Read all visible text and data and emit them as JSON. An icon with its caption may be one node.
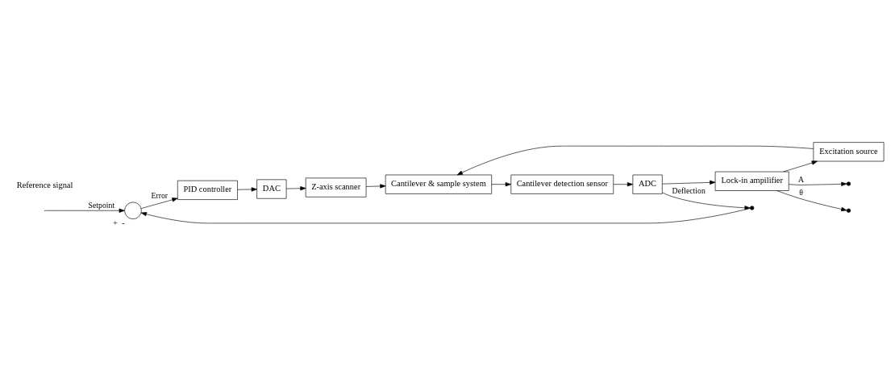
{
  "diagram": {
    "nodes": [
      {
        "text": [],
        "shape": "circle",
        "beside": [
          "+",
          "-"
        ]
      },
      {
        "text": [
          "PID controller"
        ]
      },
      {
        "text": [
          "DAC"
        ]
      },
      {
        "text": [
          "Z-axis scanner"
        ]
      },
      {
        "text": [
          "Cantilever & sample system"
        ]
      },
      {
        "text": [
          "Cantilever detection sensor"
        ]
      },
      {
        "text": [
          "ADC"
        ]
      },
      {
        "text": [
          "Lock-in ampilifier"
        ]
      },
      {
        "text": [
          "Excitation source"
        ]
      },
      {
        "text": [],
        "shape": "circle"
      },
      {
        "text": [],
        "shape": "circle"
      },
      {
        "text": [],
        "shape": "circle"
      }
    ],
    "edges": [
      {
        "from": null,
        "to": 0,
        "arrow": "to",
        "label": "Setpoint"
      },
      {
        "from": 0,
        "to": 1,
        "arrow": "to",
        "label": "Error"
      },
      {
        "from": 1,
        "to": 2,
        "arrow": "to"
      },
      {
        "from": 2,
        "to": 3,
        "arrow": "to"
      },
      {
        "from": 3,
        "to": 4,
        "arrow": "to"
      },
      {
        "from": 4,
        "to": 5,
        "arrow": "to"
      },
      {
        "from": 5,
        "to": 6,
        "arrow": "to"
      },
      {
        "from": 6,
        "to": 9,
        "arrow": "to",
        "label": "Deflection"
      },
      {
        "from": 6,
        "to": 7,
        "arrow": "to"
      },
      {
        "from": 7,
        "to": 10,
        "arrow": "to",
        "label": "A"
      },
      {
        "from": 7,
        "to": 11,
        "arrow": "to",
        "label": "θ"
      },
      {
        "from": 7,
        "to": 8,
        "arrow": "to"
      },
      {
        "from": 8,
        "to": 4,
        "arrow": "to"
      },
      {
        "from": 9,
        "to": 0,
        "arrow": "to"
      }
    ],
    "labels": [
      "Reference signal"
    ]
  }
}
